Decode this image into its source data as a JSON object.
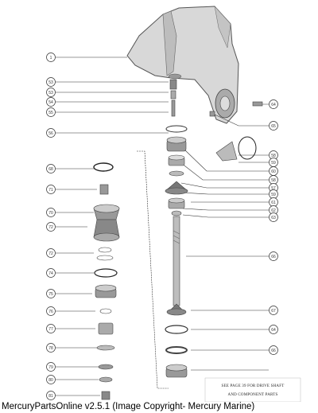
{
  "diagram": {
    "callouts_left": [
      "1",
      "53",
      "53",
      "54",
      "55",
      "56",
      "68",
      "71",
      "70",
      "72",
      "72",
      "74",
      "75",
      "76",
      "77",
      "78",
      "79",
      "80",
      "81"
    ],
    "callouts_right": [
      "64",
      "65",
      "58",
      "59",
      "60",
      "58",
      "57",
      "59",
      "61",
      "62",
      "63",
      "66",
      "67",
      "64",
      "66"
    ],
    "note": {
      "line1": "SEE PAGE 39 FOR DRIVE SHAFT",
      "line2": "AND COMPONENT PARTS"
    }
  },
  "footer": {
    "text": "MercuryPartsOnline v2.5.1 (Image Copyright- Mercury Marine)"
  }
}
